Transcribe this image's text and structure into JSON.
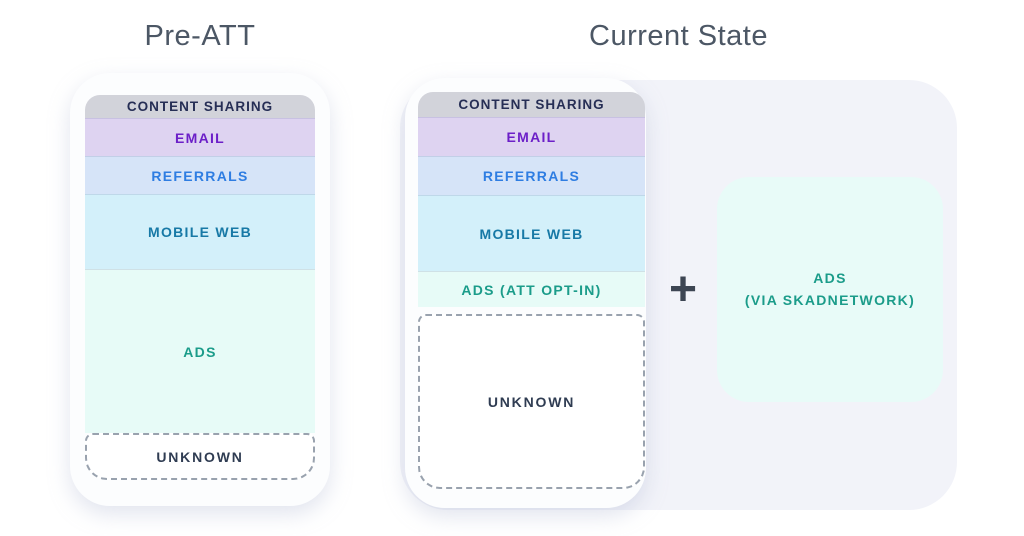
{
  "titles": {
    "pre_att": "Pre-ATT",
    "current_state": "Current State"
  },
  "pre_att_phone": {
    "header": "CONTENT SHARING",
    "segments": [
      {
        "id": "email",
        "label": "EMAIL"
      },
      {
        "id": "referrals",
        "label": "REFERRALS"
      },
      {
        "id": "mobile-web",
        "label": "MOBILE WEB"
      },
      {
        "id": "ads",
        "label": "ADS"
      },
      {
        "id": "unknown",
        "label": "UNKNOWN"
      }
    ]
  },
  "current_state_phone": {
    "header": "CONTENT SHARING",
    "segments": [
      {
        "id": "email",
        "label": "EMAIL"
      },
      {
        "id": "referrals",
        "label": "REFERRALS"
      },
      {
        "id": "mobile-web",
        "label": "MOBILE WEB"
      },
      {
        "id": "ads-att-opt-in",
        "label": "ADS (ATT OPT-IN)"
      },
      {
        "id": "unknown",
        "label": "UNKNOWN"
      }
    ]
  },
  "plus": {
    "symbol": "+"
  },
  "skadnetwork_box": {
    "line1": "ADS",
    "line2": "(VIA SKADNETWORK)"
  },
  "colors": {
    "title_text": "#4c5765",
    "content_sharing_bg": "#d2d3da",
    "content_sharing_text": "#262e55",
    "email_bg": "#ded3f1",
    "email_text": "#6c1fc8",
    "referrals_bg": "#d6e4f8",
    "referrals_text": "#2e7de2",
    "mobile_web_bg": "#d3f0fa",
    "mobile_web_text": "#1779a6",
    "ads_bg": "#e7fbf7",
    "ads_text": "#1b9c8a",
    "unknown_bg": "#ffffff",
    "unknown_text": "#2f3c52",
    "unknown_border": "#99a2ae",
    "phone_frame_bg": "#fcfdfe",
    "container_bg": "#f2f3f9",
    "skad_box_bg": "#e8fbf8",
    "plus_color": "#3d4553"
  }
}
